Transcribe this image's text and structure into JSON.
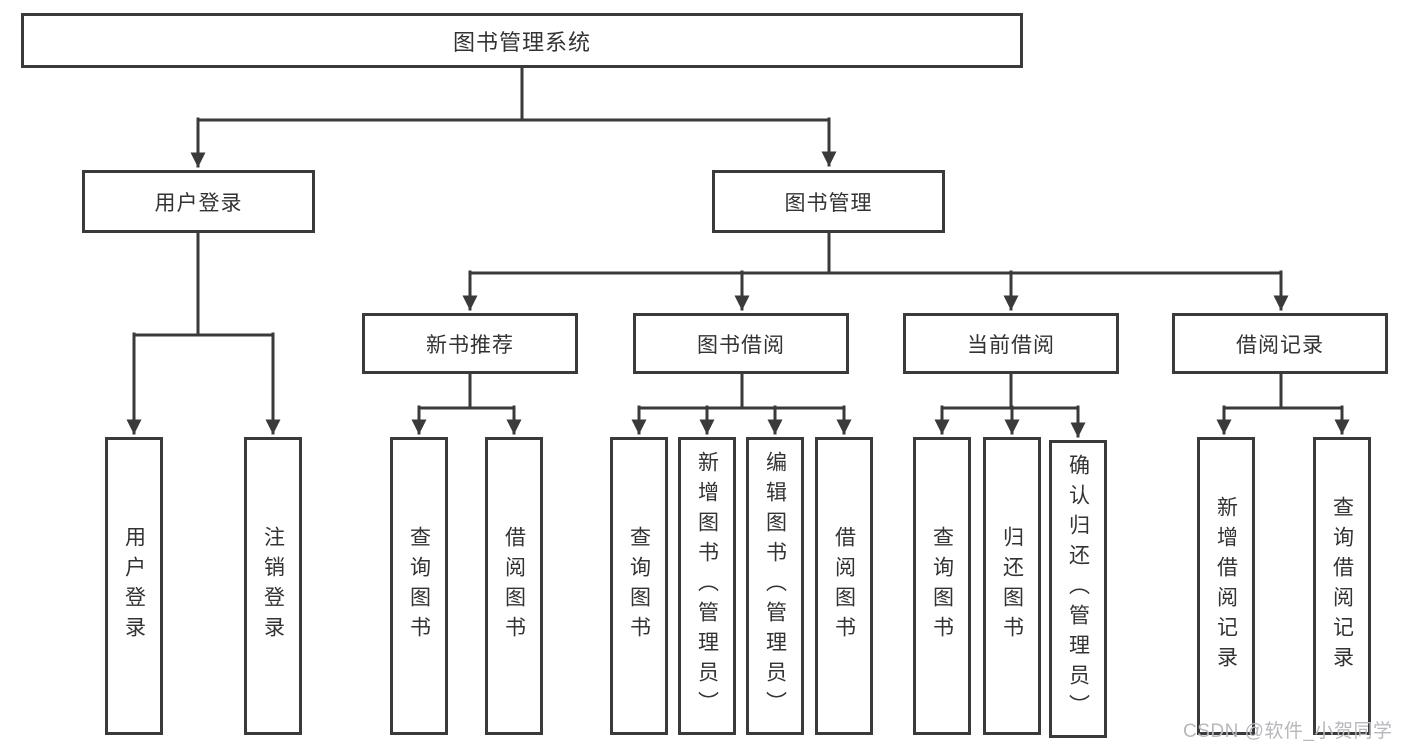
{
  "diagram": {
    "root": {
      "label": "图书管理系统"
    },
    "children": [
      {
        "label": "用户登录",
        "children": [
          {
            "label": "用户登录"
          },
          {
            "label": "注销登录"
          }
        ]
      },
      {
        "label": "图书管理",
        "children": [
          {
            "label": "新书推荐",
            "children": [
              {
                "label": "查询图书"
              },
              {
                "label": "借阅图书"
              }
            ]
          },
          {
            "label": "图书借阅",
            "children": [
              {
                "label": "查询图书"
              },
              {
                "label": "新增图书（管理员）"
              },
              {
                "label": "编辑图书（管理员）"
              },
              {
                "label": "借阅图书"
              }
            ]
          },
          {
            "label": "当前借阅",
            "children": [
              {
                "label": "查询图书"
              },
              {
                "label": "归还图书"
              },
              {
                "label": "确认归还（管理员）"
              }
            ]
          },
          {
            "label": "借阅记录",
            "children": [
              {
                "label": "新增借阅记录"
              },
              {
                "label": "查询借阅记录"
              }
            ]
          }
        ]
      }
    ]
  },
  "watermark": {
    "text": "CSDN @软件_小贺同学"
  },
  "colors": {
    "line": "#3a3a3a",
    "box_border": "#3a3a3a",
    "text": "#333333",
    "watermark": "#b6b8bc",
    "background": "#ffffff"
  }
}
